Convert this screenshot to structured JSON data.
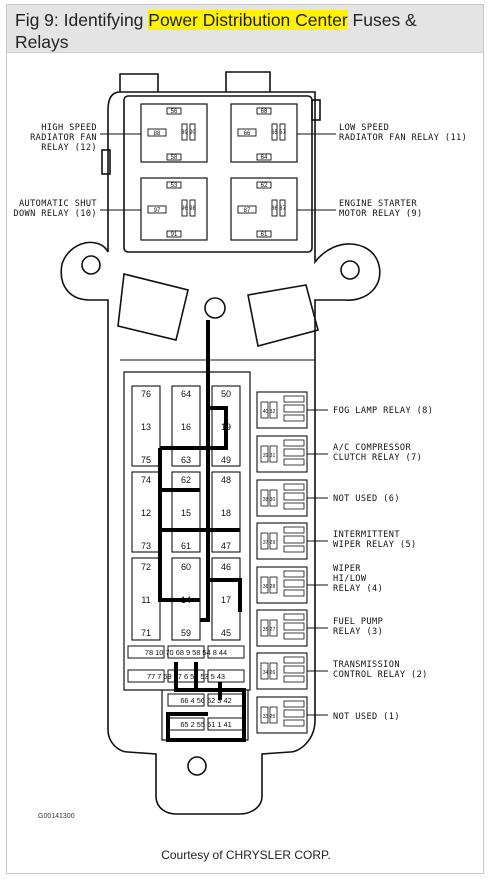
{
  "header": {
    "title_prefix": "Fig 9: Identifying ",
    "title_highlight": "Power Distribution Center",
    "title_suffix": " Fuses & Relays"
  },
  "labels": {
    "high_speed_1": "HIGH SPEED",
    "high_speed_2": "RADIATOR FAN",
    "high_speed_3": "RELAY (12)",
    "low_speed_1": "LOW SPEED",
    "low_speed_2": "RADIATOR FAN RELAY (11)",
    "asd_1": "AUTOMATIC SHUT",
    "asd_2": "DOWN RELAY (10)",
    "starter_1": "ENGINE STARTER",
    "starter_2": "MOTOR RELAY (9)",
    "fog": "FOG LAMP RELAY (8)",
    "ac_1": "A/C COMPRESSOR",
    "ac_2": "CLUTCH RELAY (7)",
    "nu6": "NOT USED (6)",
    "wiper_int_1": "INTERMITTENT",
    "wiper_int_2": "WIPER RELAY (5)",
    "wiper_hl_1": "WIPER",
    "wiper_hl_2": "HI/LOW",
    "wiper_hl_3": "RELAY (4)",
    "fuel_1": "FUEL PUMP",
    "fuel_2": "RELAY (3)",
    "trans_1": "TRANSMISSION",
    "trans_2": "CONTROL RELAY (2)",
    "nu1": "NOT USED (1)"
  },
  "big_relays": {
    "r1": {
      "top": "56",
      "bottom": "58",
      "left": "88",
      "p1": "89",
      "p2": "90"
    },
    "r2": {
      "top": "68",
      "bottom": "64",
      "left": "66",
      "p1": "65",
      "p2": "67"
    },
    "r3": {
      "top": "53",
      "bottom": "91",
      "left": "97",
      "p1": "96",
      "p2": "98"
    },
    "r4": {
      "top": "62",
      "bottom": "61",
      "left": "87",
      "p1": "86",
      "p2": "87"
    }
  },
  "fuses": {
    "c1": {
      "top": "76",
      "mid": "13",
      "bot": "75"
    },
    "c2": {
      "top": "64",
      "mid": "16",
      "bot": "63"
    },
    "c3": {
      "top": "50",
      "mid": "19",
      "bot": "49"
    },
    "c4": {
      "top": "74",
      "mid": "12",
      "bot": "73"
    },
    "c5": {
      "top": "62",
      "mid": "15",
      "bot": "61"
    },
    "c6": {
      "top": "48",
      "mid": "18",
      "bot": "47"
    },
    "c7": {
      "top": "72",
      "mid": "11",
      "bot": "71"
    },
    "c8": {
      "top": "60",
      "mid": "14",
      "bot": "59"
    },
    "c9": {
      "top": "46",
      "mid": "17",
      "bot": "45"
    }
  },
  "mini_rows": {
    "row1": "78 10 70   68 9 58   54 8 44",
    "row2": "77 7 69   67 6 57   53 5 43",
    "row3": "66 4 56   52 3 42",
    "row4": "65 2 55   51 1 41"
  },
  "small_relay_pins": [
    "40 32",
    "39 31",
    "38 30",
    "37 29",
    "36 28",
    "35 27",
    "34 26",
    "33 25"
  ],
  "part_code": "G00141300",
  "courtesy": "Courtesy of CHRYSLER CORP."
}
